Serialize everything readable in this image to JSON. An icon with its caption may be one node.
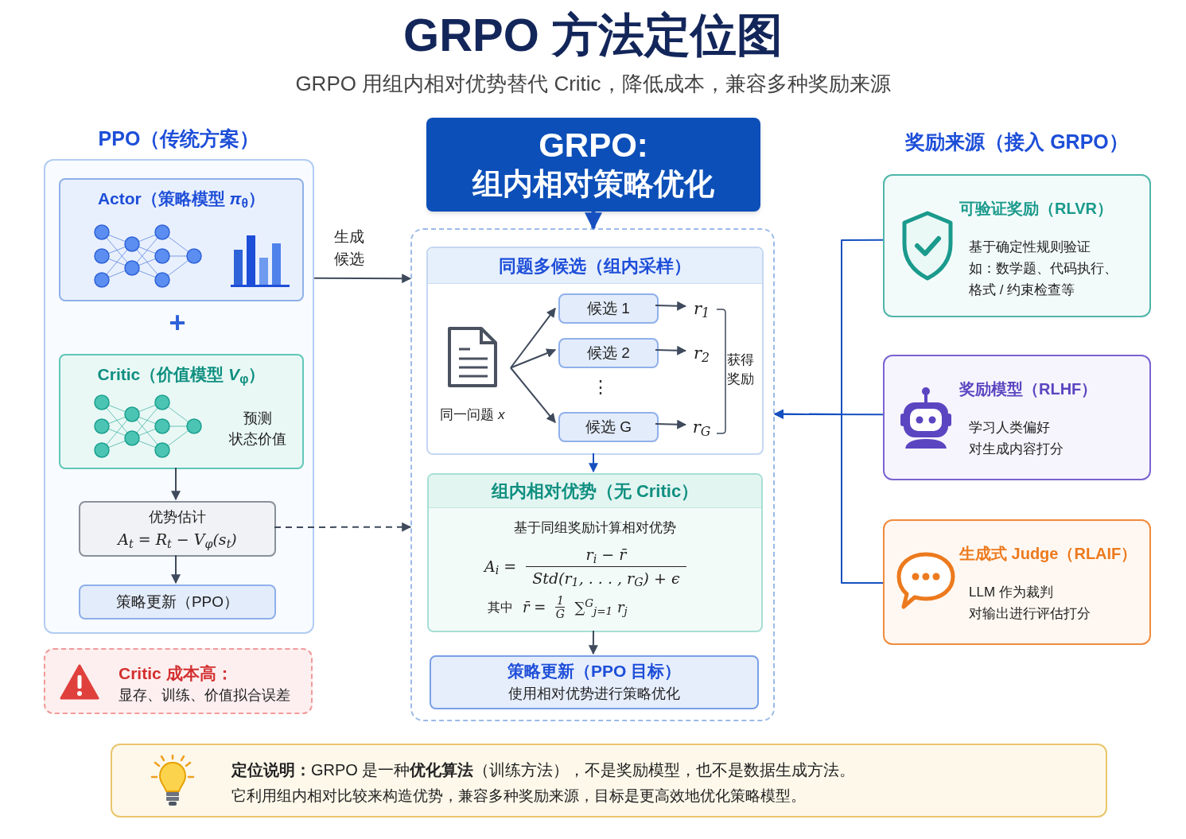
{
  "diagram": {
    "title": "GRPO 方法定位图",
    "nodes": [
      {
        "text": [
          "PPO（传统方案）"
        ]
      },
      {
        "text": [
          "Actor（策略模型 *π*$_{θ}$）"
        ],
        "in": 0
      },
      {
        "text": [
          "Critic（价值模型 *V*$_{φ}$）",
          "预测",
          "状态价值"
        ],
        "in": 0
      },
      {
        "text": [
          "优势估计",
          "A$_{t}$ = R$_{t}$ − V$_{φ}$(s$_{t}$)"
        ],
        "in": 0
      },
      {
        "text": [
          "策略更新（PPO）"
        ],
        "in": 0
      },
      {
        "text": [
          "Critic 成本高：",
          "显存、训练、价值拟合误差"
        ]
      },
      {
        "text": [
          "GRPO:",
          "组内相对策略优化"
        ]
      },
      {
        "text": [],
        "shape": "box"
      },
      {
        "text": [
          "同题多候选（组内采样）"
        ],
        "in": 7
      },
      {
        "text": [
          "同一问题 *x*"
        ],
        "in": 8
      },
      {
        "text": [
          "候选 1"
        ],
        "in": 8
      },
      {
        "text": [
          "候选 2"
        ],
        "in": 8
      },
      {
        "text": [
          "候选 G"
        ],
        "in": 8
      },
      {
        "text": [
          "组内相对优势（无 Critic）",
          "基于同组奖励计算相对优势",
          "A$_{i}$ =",
          "r$_{i}$ − r̄",
          "Std(r$_{1}$, . . . , r$_{G}$) + ϵ",
          "其中",
          "r̄ =",
          "1",
          "G",
          "∑$^{G}$$_{j=1}$ r$_{j}$"
        ],
        "in": 7
      },
      {
        "text": [
          "策略更新（PPO 目标）",
          "使用相对优势进行策略优化"
        ],
        "in": 7
      },
      {
        "text": [
          "可验证奖励（RLVR）",
          "基于确定性规则验证",
          "如：数学题、代码执行、格式 / 约束检查等"
        ]
      },
      {
        "text": [
          "奖励模型（RLHF）",
          "学习人类偏好",
          "对生成内容打分"
        ]
      },
      {
        "text": [
          "生成式 Judge（RLAIF）",
          "LLM 作为裁判",
          "对输出进行评估打分"
        ]
      },
      {
        "text": [
          "r$_{1}$"
        ],
        "in": 8
      },
      {
        "text": [
          "r$_{2}$"
        ],
        "in": 8
      },
      {
        "text": [
          "r$_{G}$"
        ],
        "in": 8
      },
      {
        "text": [
          "**定位说明：**GRPO 是一种**优化算法**（训练方法），不是奖励模型，也不是数据生成方法。",
          "它利用组内相对比较来构造优势，兼容多种奖励来源，目标是更高效地优化策略模型。"
        ]
      }
    ],
    "edges": [
      {
        "from": 0,
        "to": 7,
        "arrow": "to",
        "label": "生成候选"
      },
      {
        "from": 6,
        "to": 7,
        "arrow": "to",
        "style": "thick",
        "color": "#1650c0"
      },
      {
        "from": 2,
        "to": 3,
        "arrow": "to"
      },
      {
        "from": 3,
        "to": 4,
        "arrow": "to"
      },
      {
        "from": 3,
        "to": 7,
        "arrow": "to",
        "style": "dashed"
      },
      {
        "from": 9,
        "to": 10,
        "arrow": "to"
      },
      {
        "from": 9,
        "to": 11,
        "arrow": "to"
      },
      {
        "from": 9,
        "to": 12,
        "arrow": "to"
      },
      {
        "from": 10,
        "to": 18,
        "arrow": "to"
      },
      {
        "from": 11,
        "to": 19,
        "arrow": "to"
      },
      {
        "from": 12,
        "to": 20,
        "arrow": "to"
      },
      {
        "from": 8,
        "to": 13,
        "arrow": "to",
        "color": "#1650c0"
      },
      {
        "from": 13,
        "to": 14,
        "arrow": "to"
      },
      {
        "from": 15,
        "to": 7,
        "arrow": "to",
        "color": "#1650c0"
      },
      {
        "from": 16,
        "to": 7,
        "arrow": "to",
        "color": "#1650c0"
      },
      {
        "from": 17,
        "to": 7,
        "arrow": "to",
        "color": "#1650c0"
      }
    ],
    "labels": [
      "GRPO 用组内相对优势替代 Critic，降低成本，兼容多种奖励来源",
      "+",
      "⋮",
      "获得奖励",
      "奖励来源（接入 GRPO）"
    ]
  }
}
